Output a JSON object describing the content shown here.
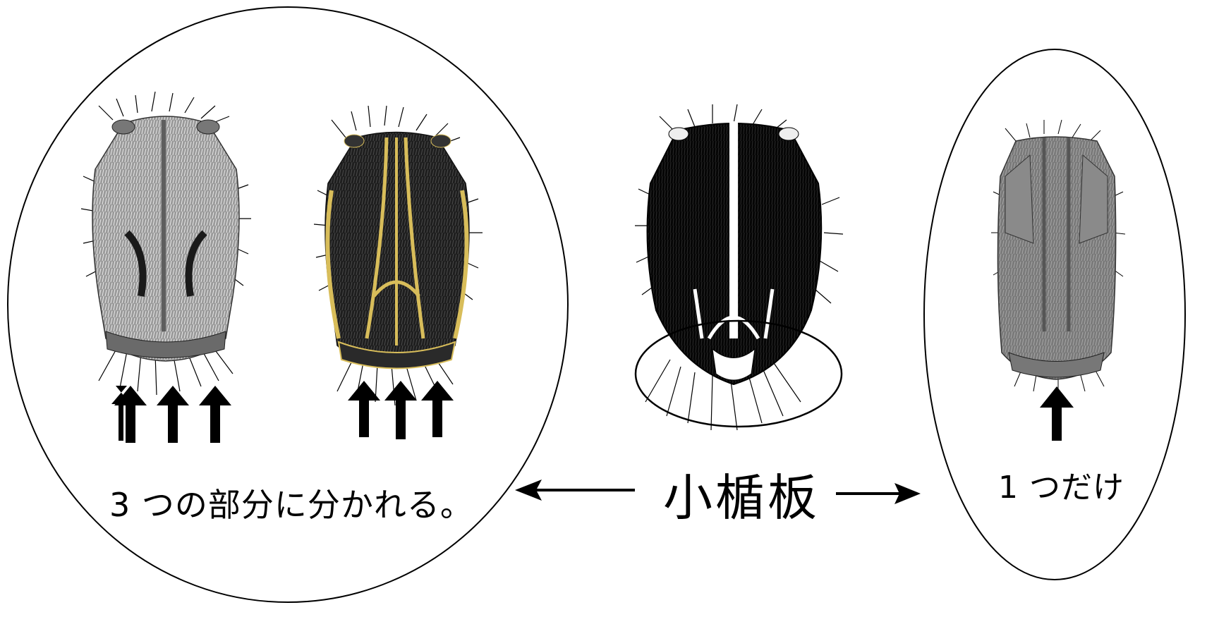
{
  "labels": {
    "left_caption": "3 つの部分に分かれる。",
    "center_caption": "小楯板",
    "right_caption": "1 つだけ"
  },
  "colors": {
    "outline": "#000000",
    "grey_thorax": "#8c8c8c",
    "grey_light": "#cfcfcf",
    "dark_thorax": "#1c1c1c",
    "yellow_stripe": "#d8bd5a",
    "white_stripe": "#ffffff",
    "right_thorax": "#6f6f6f"
  },
  "icons": [
    "arrow-up-icon",
    "arrow-left-icon",
    "arrow-right-icon"
  ]
}
